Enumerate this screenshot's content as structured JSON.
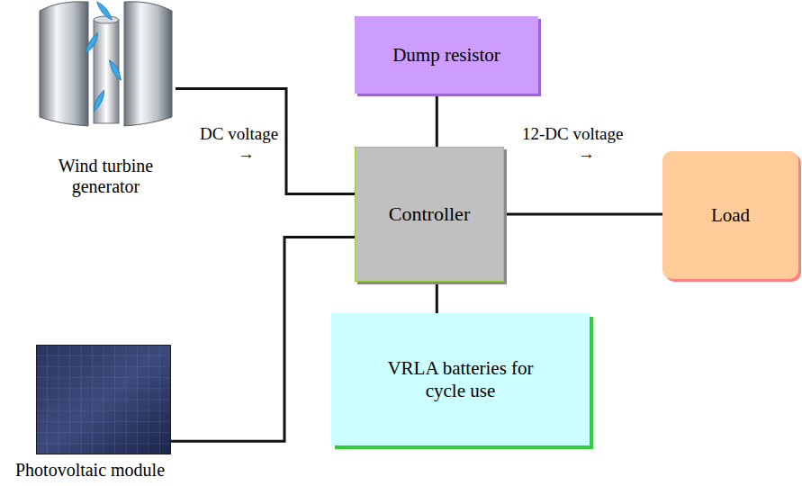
{
  "diagram": {
    "nodes": [
      {
        "text": [
          "Wind turbine generator"
        ]
      },
      {
        "text": [
          "Dump resistor"
        ]
      },
      {
        "text": [
          "Controller"
        ]
      },
      {
        "text": [
          "Load"
        ]
      },
      {
        "text": [
          "VRLA batteries for cycle use"
        ]
      },
      {
        "text": [
          "Photovoltaic module"
        ]
      }
    ],
    "edges": [
      {
        "from": 0,
        "to": 2,
        "arrow": "none",
        "label": "DC voltage"
      },
      {
        "from": 1,
        "to": 2,
        "arrow": "none"
      },
      {
        "from": 2,
        "to": 3,
        "arrow": "none",
        "label": "12-DC voltage"
      },
      {
        "from": 2,
        "to": 4,
        "arrow": "none"
      },
      {
        "from": 5,
        "to": 2,
        "arrow": "none"
      }
    ],
    "labels": [
      "→",
      "→"
    ]
  }
}
